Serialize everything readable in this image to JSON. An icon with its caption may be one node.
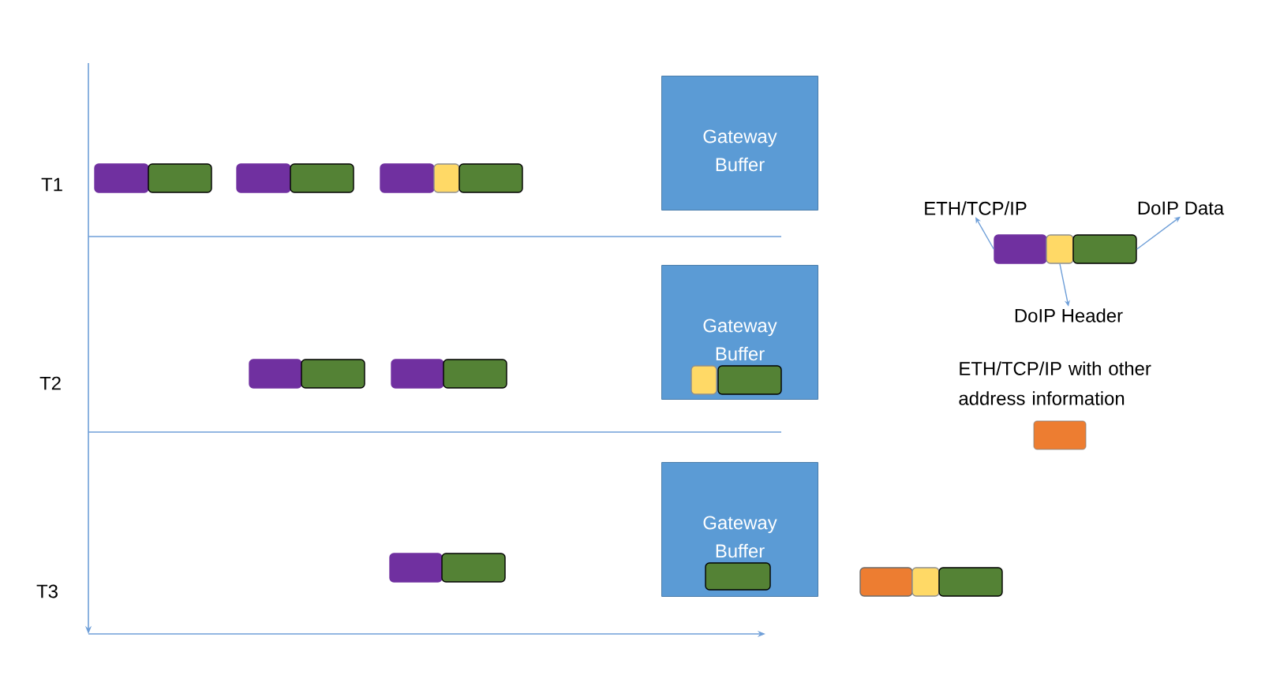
{
  "diagram": {
    "nodes": [
      {
        "text": [],
        "shape": "box"
      },
      {
        "text": [],
        "shape": "box"
      },
      {
        "text": [],
        "shape": "box"
      },
      {
        "text": [],
        "shape": "box"
      },
      {
        "text": [],
        "shape": "box"
      },
      {
        "text": [],
        "shape": "box"
      },
      {
        "text": [],
        "shape": "box"
      },
      {
        "text": [
          "Gateway Buffer"
        ]
      },
      {
        "text": [
          "ETH/TCP/IP"
        ]
      },
      {
        "text": [
          "DoIP Data"
        ]
      },
      {
        "text": [],
        "shape": "box"
      },
      {
        "text": [],
        "shape": "box"
      },
      {
        "text": [],
        "shape": "box"
      },
      {
        "text": [
          "DoIP Header"
        ]
      },
      {
        "text": [
          "Gateway Buffer"
        ]
      },
      {
        "text": [],
        "shape": "box",
        "in": 14
      },
      {
        "text": [],
        "shape": "box",
        "in": 14
      },
      {
        "text": [],
        "shape": "box"
      },
      {
        "text": [],
        "shape": "box"
      },
      {
        "text": [],
        "shape": "box"
      },
      {
        "text": [],
        "shape": "box"
      },
      {
        "text": [
          "Gateway Buffer"
        ]
      },
      {
        "text": [],
        "shape": "box",
        "in": 21
      },
      {
        "text": [],
        "shape": "box"
      },
      {
        "text": [],
        "shape": "box"
      },
      {
        "text": [],
        "shape": "box"
      },
      {
        "text": [],
        "shape": "box"
      },
      {
        "text": [],
        "shape": "box"
      }
    ],
    "edges": [
      {
        "from": 10,
        "to": 8,
        "arrow": "to"
      },
      {
        "from": 12,
        "to": 9,
        "arrow": "to"
      },
      {
        "from": 11,
        "to": 13,
        "arrow": "to"
      }
    ],
    "labels": [
      "T1",
      "T2",
      "T3"
    ],
    "legend": [
      {
        "text": "ETH/TCP/IP with other address information",
        "color": "#ed7d31"
      }
    ]
  }
}
